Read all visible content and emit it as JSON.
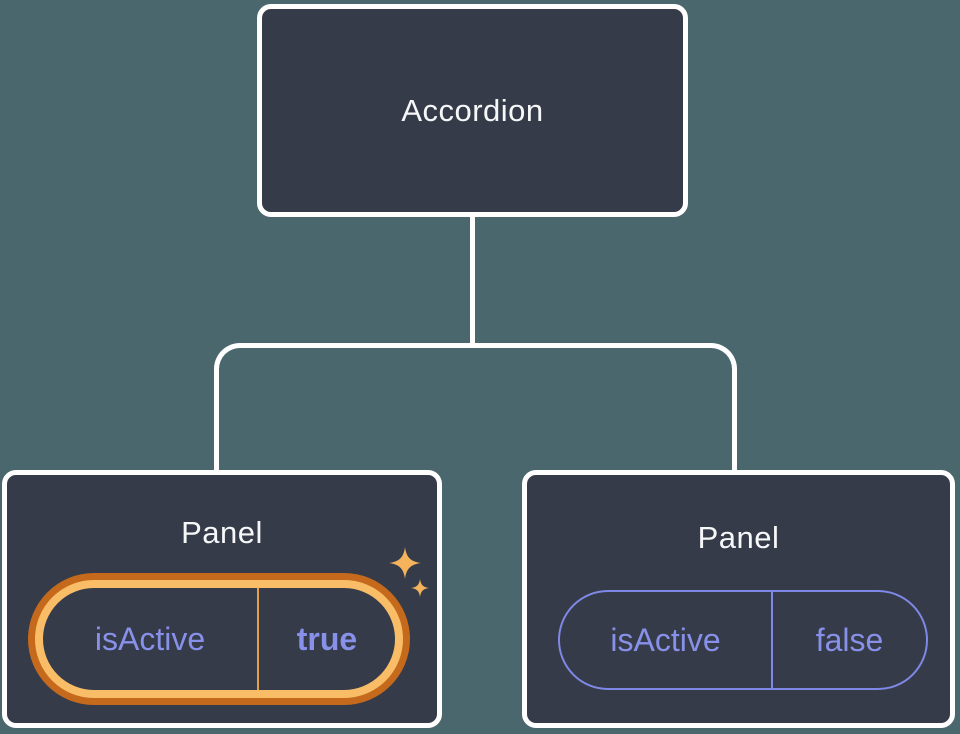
{
  "diagram": {
    "type": "component-tree",
    "root": {
      "label": "Accordion"
    },
    "children": [
      {
        "label": "Panel",
        "state": {
          "key": "isActive",
          "value": "true"
        },
        "highlighted": true,
        "decoration": "sparkles-icon"
      },
      {
        "label": "Panel",
        "state": {
          "key": "isActive",
          "value": "false"
        },
        "highlighted": false
      }
    ]
  },
  "colors": {
    "background": "#4b676e",
    "card_fill": "#353b48",
    "card_border": "#ffffff",
    "title_text": "#f6f7f9",
    "state_text": "#8891ea",
    "pill_border_inactive": "#7f88e6",
    "highlight_outer": "#c56a1c",
    "highlight_inner": "#fabd67",
    "divider_highlight": "#e2a04b",
    "sparkle": "#f5b45c"
  }
}
